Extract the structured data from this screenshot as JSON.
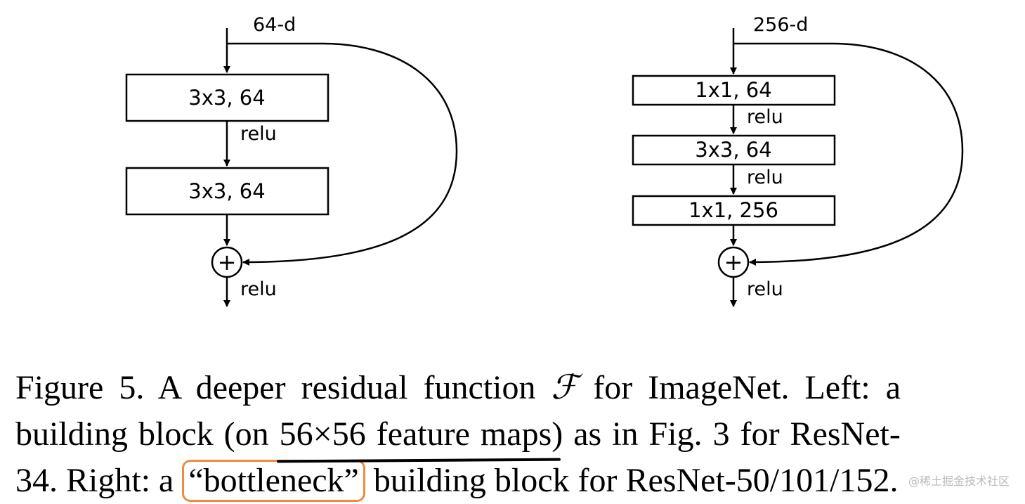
{
  "left_block": {
    "input_label": "64-d",
    "layers": [
      "3x3, 64",
      "3x3, 64"
    ],
    "between_labels": [
      "relu"
    ],
    "output_label": "relu"
  },
  "right_block": {
    "input_label": "256-d",
    "layers": [
      "1x1, 64",
      "3x3, 64",
      "1x1, 256"
    ],
    "between_labels": [
      "relu",
      "relu"
    ],
    "output_label": "relu"
  },
  "plus_symbol": "+",
  "caption": {
    "line1_a": "Figure 5. A deeper residual function",
    "symbol": "ℱ",
    "line1_b": "for ImageNet.  Left: a",
    "line2_a": "building block (on",
    "underlined": "56×56 feature maps",
    "line2_b": ") as in Fig. 3 for ResNet-",
    "line3_a": "34. Right: a",
    "highlighted": "“bottleneck”",
    "line3_b": "building block for ResNet-50/101/152."
  },
  "watermark": "@稀土掘金技术社区",
  "colors": {
    "highlight_box": "#f08a3c",
    "lines": "#000000"
  }
}
